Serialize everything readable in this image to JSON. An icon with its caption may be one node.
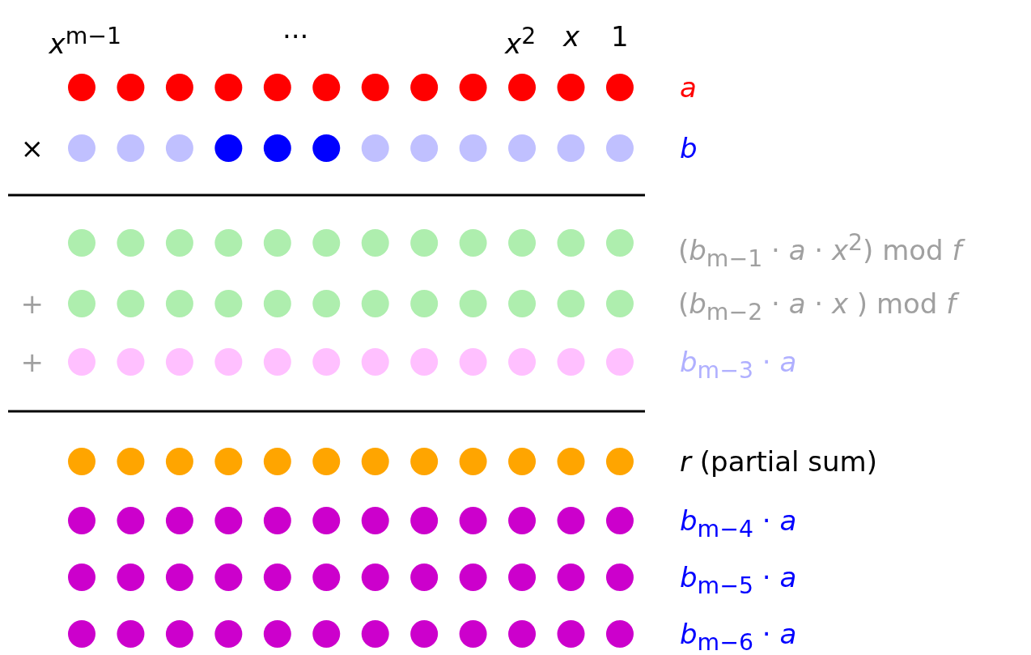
{
  "diagram": {
    "labels": [
      "*x*$^{m−1}$",
      "···",
      "*x*$^{2}$",
      "*x*",
      "1",
      "*a*",
      "×",
      "*b*",
      "(*b*$_{m−1}$ · *a* · *x*$^{2}$) mod *f*",
      "+",
      "(*b*$_{m−2}$ · *a* · *x* ) mod *f*",
      "+",
      "*b*$_{m−3}$ · *a*",
      "*r* (partial sum)",
      "*b*$_{m−4}$ · *a*",
      "*b*$_{m−5}$ · *a*",
      "*b*$_{m−6}$ · *a*"
    ]
  }
}
